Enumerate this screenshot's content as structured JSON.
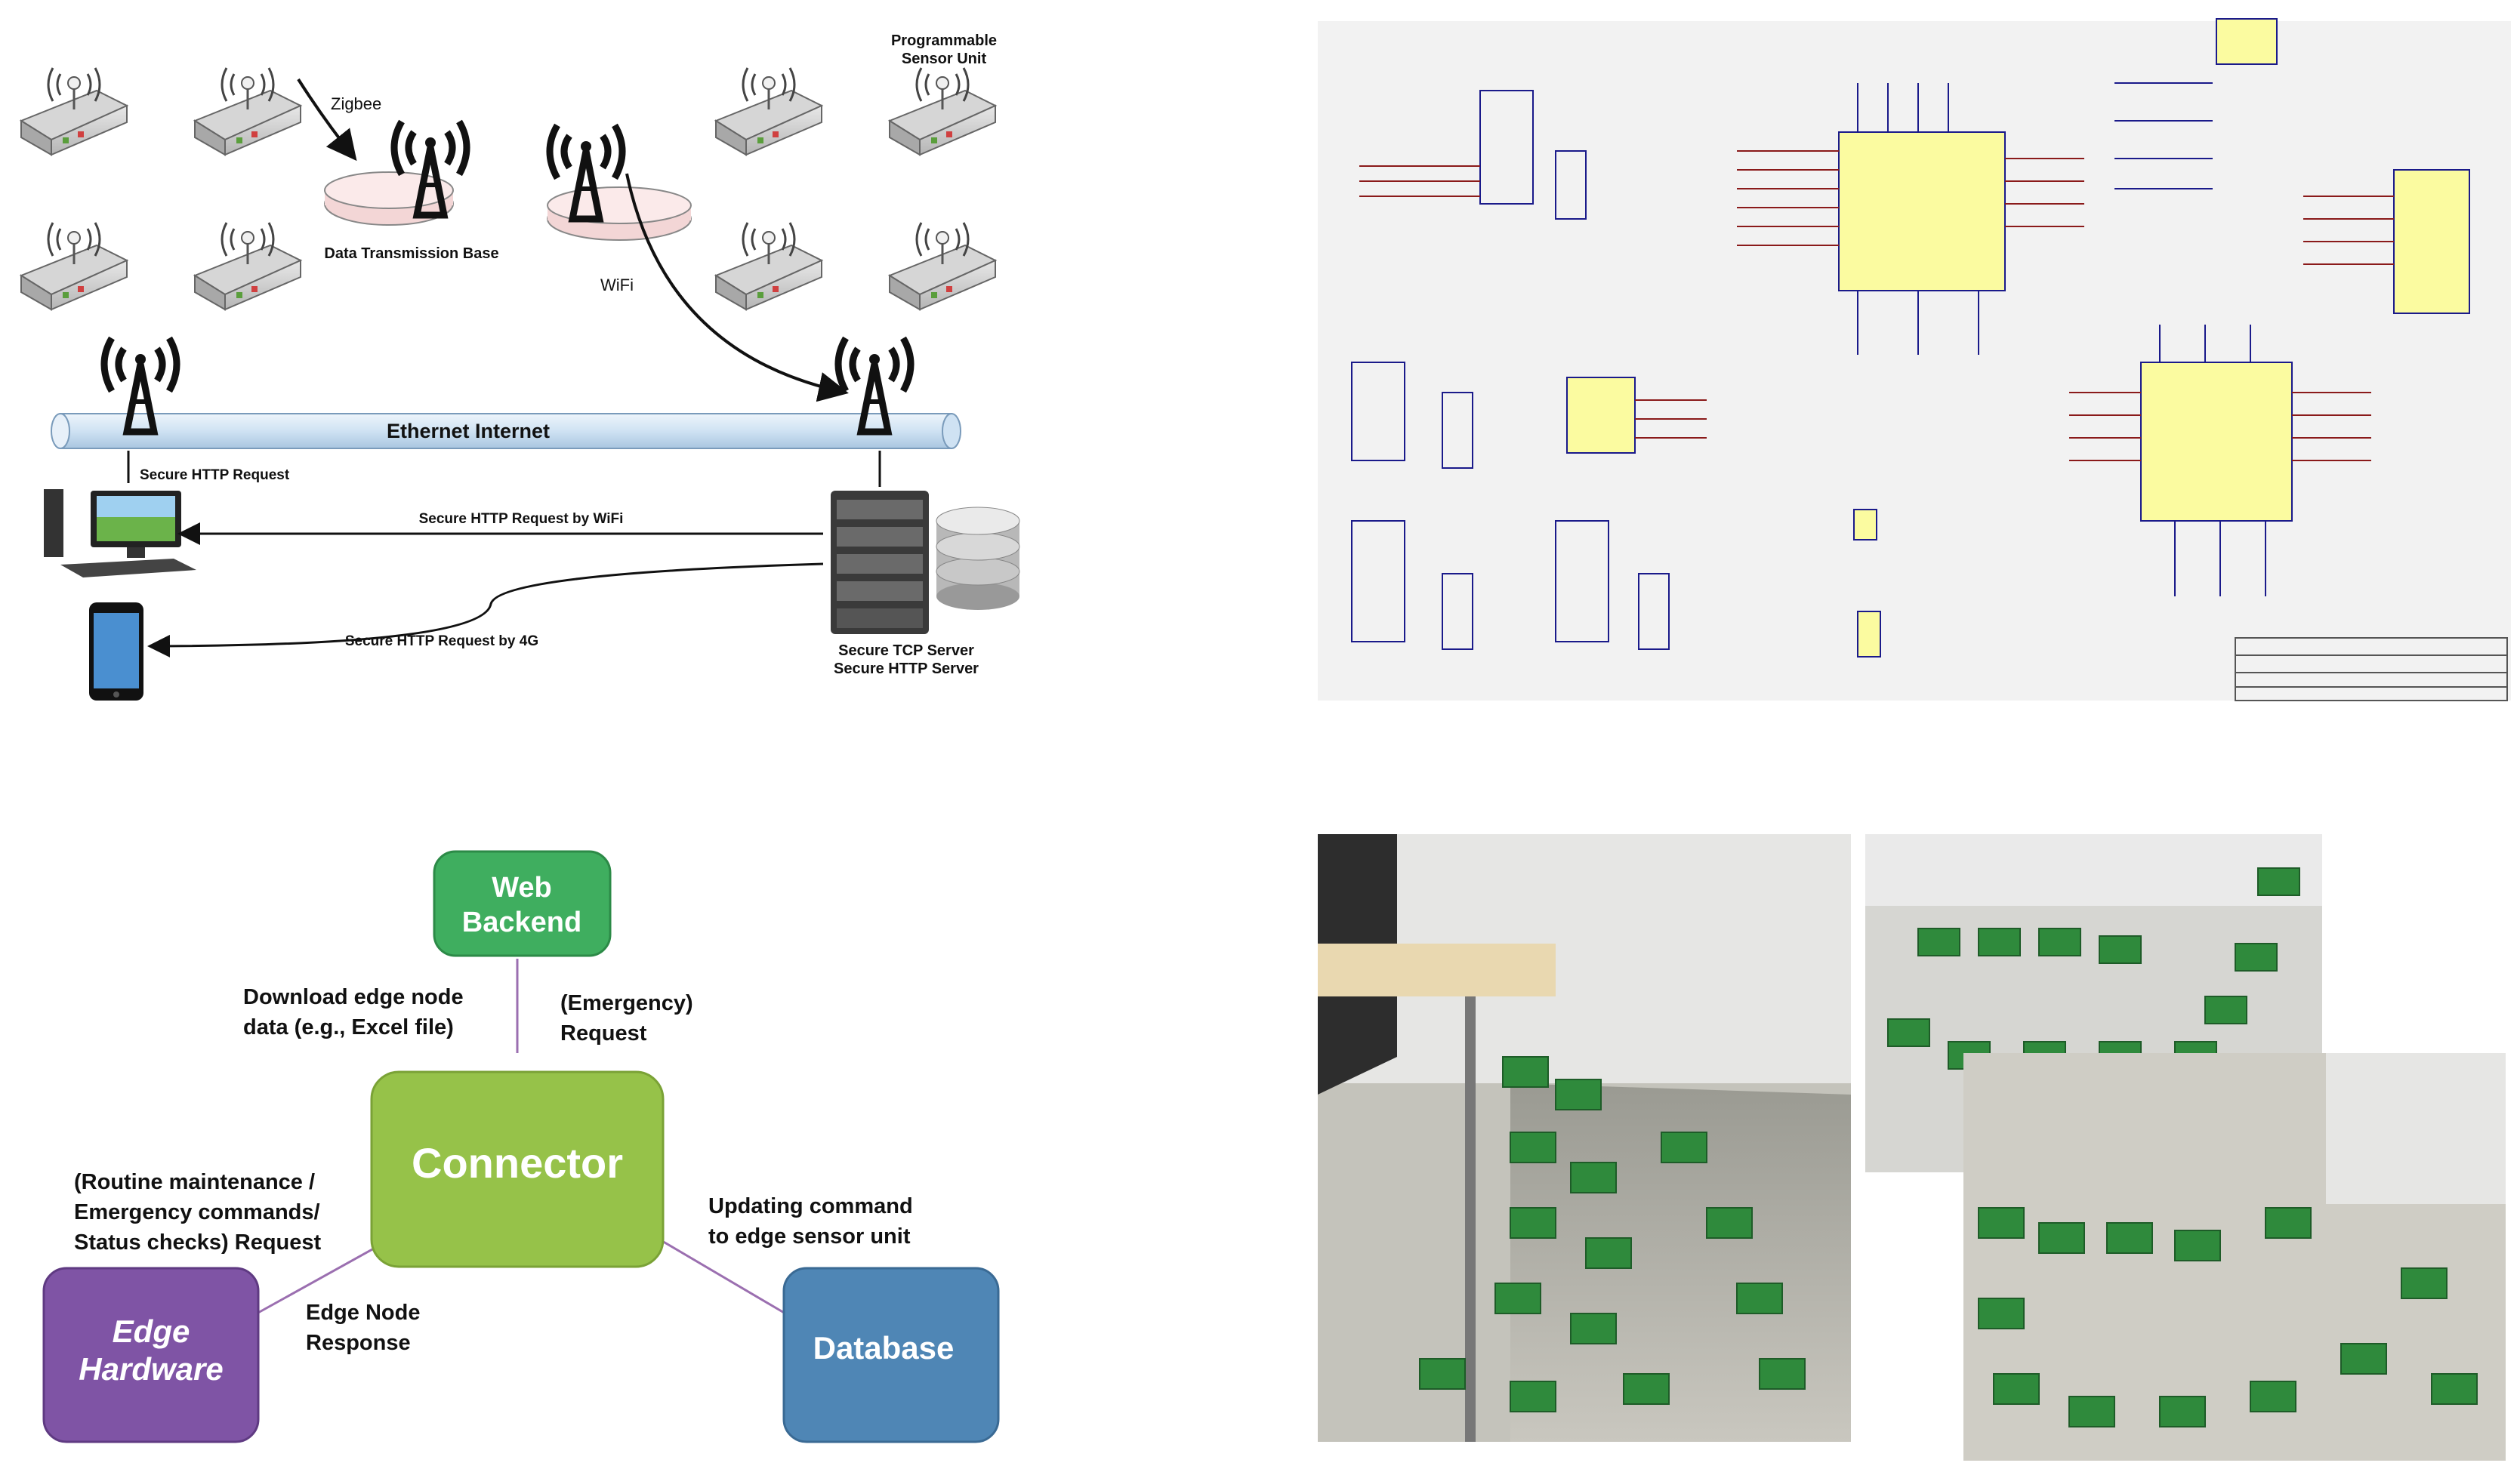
{
  "network": {
    "zigbee_label": "Zigbee",
    "base_label": "Data Transmission Base",
    "sensor_unit_label_line1": "Programmable",
    "sensor_unit_label_line2": "Sensor Unit",
    "wifi_label": "WiFi",
    "ethernet_label": "Ethernet Internet",
    "secure_http_request": "Secure HTTP Request",
    "secure_http_wifi": "Secure HTTP Request by WiFi",
    "secure_http_4g": "Secure HTTP Request by 4G",
    "server_line1": "Secure TCP Server",
    "server_line2": "Secure HTTP Server"
  },
  "architecture": {
    "web_backend_line1": "Web",
    "web_backend_line2": "Backend",
    "connector": "Connector",
    "edge_line1": "Edge",
    "edge_line2": "Hardware",
    "database": "Database",
    "download_line1": "Download edge node",
    "download_line2": "data (e.g., Excel file)",
    "emergency_line1": "(Emergency)",
    "emergency_line2": "Request",
    "routine_line1": "(Routine maintenance /",
    "routine_line2": "Emergency commands/",
    "routine_line3": "Status checks) Request",
    "updating_line1": "Updating command",
    "updating_line2": "to edge sensor unit",
    "edge_resp_line1": "Edge Node",
    "edge_resp_line2": "Response"
  },
  "colors": {
    "web_backend": "#3fae5f",
    "connector": "#96c249",
    "edge_hardware": "#7f54a5",
    "database": "#4f86b5",
    "ethernet_pipe": "#d9e8f5"
  }
}
